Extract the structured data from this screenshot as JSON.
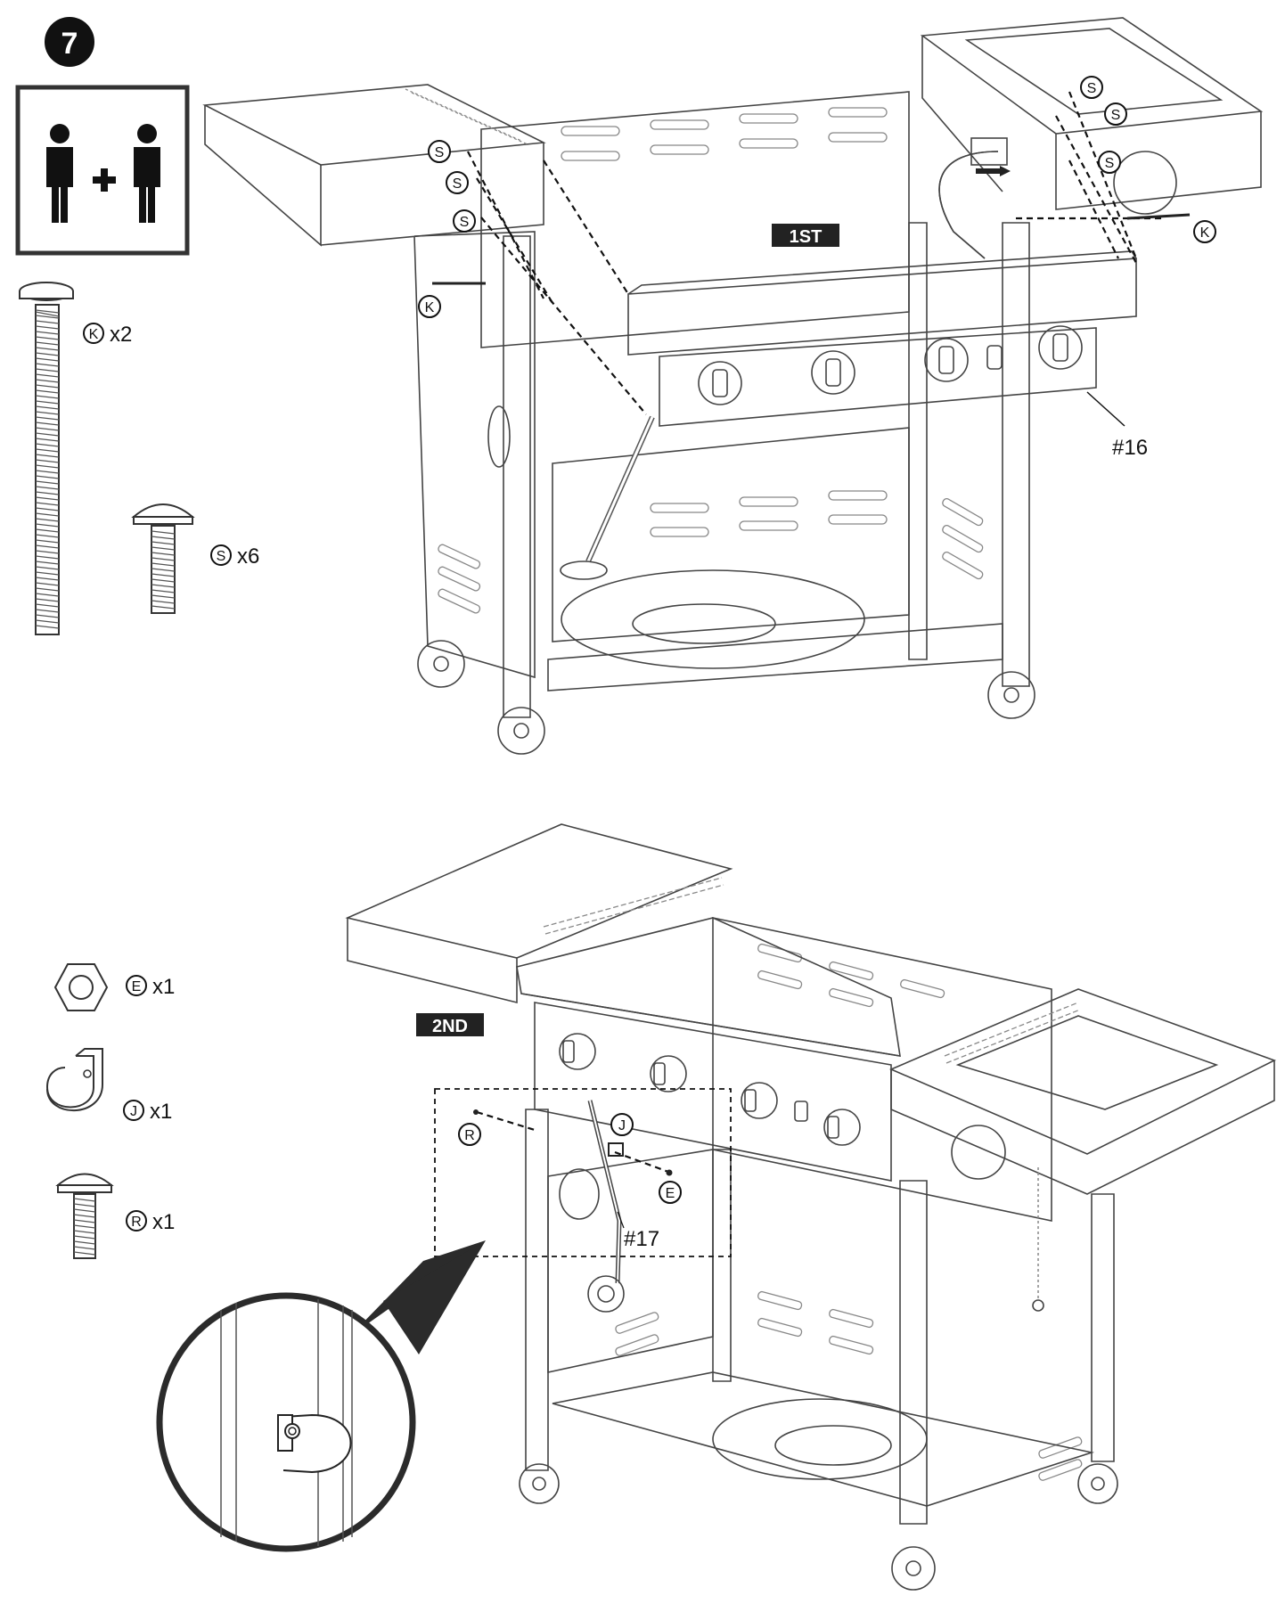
{
  "step": {
    "number": "7",
    "people_icon": "two-person-icon"
  },
  "step1": {
    "label": "1ST",
    "part_label": "#16",
    "callouts": {
      "s": "S",
      "k": "K"
    }
  },
  "step2": {
    "label": "2ND",
    "part_label": "#17",
    "callouts": {
      "r": "R",
      "j": "J",
      "e": "E"
    }
  },
  "hardware_step1": [
    {
      "letter": "K",
      "qty": "x2",
      "icon": "long-bolt-icon"
    },
    {
      "letter": "S",
      "qty": "x6",
      "icon": "short-screw-icon"
    }
  ],
  "hardware_step2": [
    {
      "letter": "E",
      "qty": "x1",
      "icon": "hex-nut-icon"
    },
    {
      "letter": "J",
      "qty": "x1",
      "icon": "hose-clip-icon"
    },
    {
      "letter": "R",
      "qty": "x1",
      "icon": "screw-icon"
    }
  ]
}
